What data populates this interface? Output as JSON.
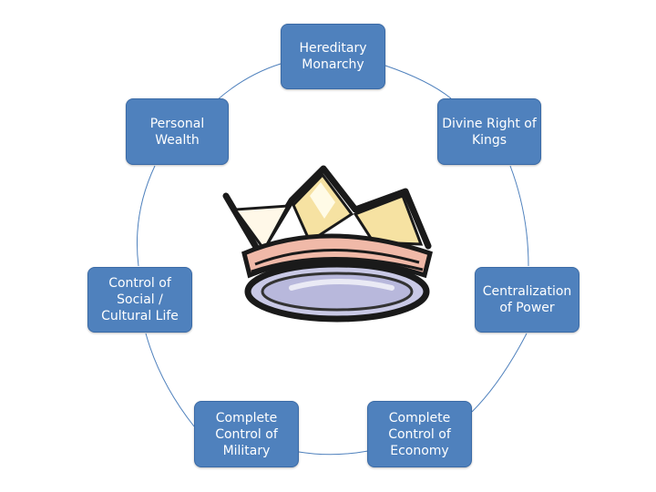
{
  "diagram": {
    "center_image": "crown-icon",
    "colors": {
      "node_fill": "#4f81bd",
      "node_text": "#ffffff",
      "ring": "#4f81bd"
    },
    "nodes": [
      {
        "id": "hereditary-monarchy",
        "label": "Hereditary\nMonarchy"
      },
      {
        "id": "divine-right",
        "label": "Divine Right of\nKings"
      },
      {
        "id": "centralization",
        "label": "Centralization\nof Power"
      },
      {
        "id": "control-economy",
        "label": "Complete\nControl of\nEconomy"
      },
      {
        "id": "control-military",
        "label": "Complete\nControl of\nMilitary"
      },
      {
        "id": "control-social",
        "label": "Control of\nSocial /\nCultural Life"
      },
      {
        "id": "personal-wealth",
        "label": "Personal\nWealth"
      }
    ]
  }
}
